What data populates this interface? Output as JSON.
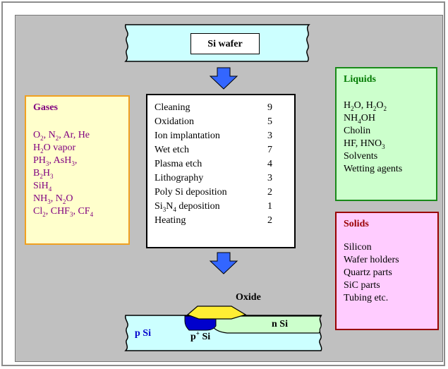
{
  "wafer_label": "Si wafer",
  "gases": {
    "title": "Gases",
    "lines": [
      [
        "O",
        "2",
        ", N",
        "2",
        ", Ar, He"
      ],
      [
        "H",
        "2",
        "O vapor"
      ],
      [
        "PH",
        "3",
        ", AsH",
        "3",
        ","
      ],
      [
        "B",
        "2",
        "H",
        "3",
        ""
      ],
      [
        "SiH",
        "4",
        ""
      ],
      [
        "NH",
        "3",
        ", N",
        "2",
        "O"
      ],
      [
        "Cl",
        "2",
        ", CHF",
        "3",
        ", CF",
        "4",
        ""
      ]
    ]
  },
  "process": {
    "rows": [
      {
        "step": "Cleaning",
        "count": "9"
      },
      {
        "step": "Oxidation",
        "count": "5"
      },
      {
        "step": "Ion implantation",
        "count": "3"
      },
      {
        "step": "Wet etch",
        "count": "7"
      },
      {
        "step": "Plasma etch",
        "count": "4"
      },
      {
        "step": "Lithography",
        "count": "3"
      },
      {
        "step": "Poly Si deposition",
        "count": "2"
      },
      {
        "step": "Si3N4 deposition",
        "count": "1"
      },
      {
        "step": "Heating",
        "count": "2"
      }
    ]
  },
  "liquids": {
    "title": "Liquids",
    "lines": [
      "H2O, H2O2",
      "NH4OH",
      "Cholin",
      "HF, HNO3",
      "Solvents",
      "Wetting agents"
    ]
  },
  "solids": {
    "title": "Solids",
    "items": [
      "Silicon",
      "Wafer holders",
      "Quartz parts",
      "SiC parts",
      "Tubing etc."
    ]
  },
  "cross_section": {
    "oxide_label": "Oxide",
    "p_si_label": "p Si",
    "n_si_label": "n Si",
    "p_plus_label": "p",
    "p_plus_sup": "+",
    "p_plus_suffix": " Si"
  },
  "colors": {
    "wafer_fill": "#ccffff",
    "arrow_fill": "#3366ff",
    "oxide_fill": "#ffee33",
    "n_si_fill": "#ccffcc",
    "p_plus_fill": "#0000cc",
    "text_blue": "#0000cc"
  }
}
